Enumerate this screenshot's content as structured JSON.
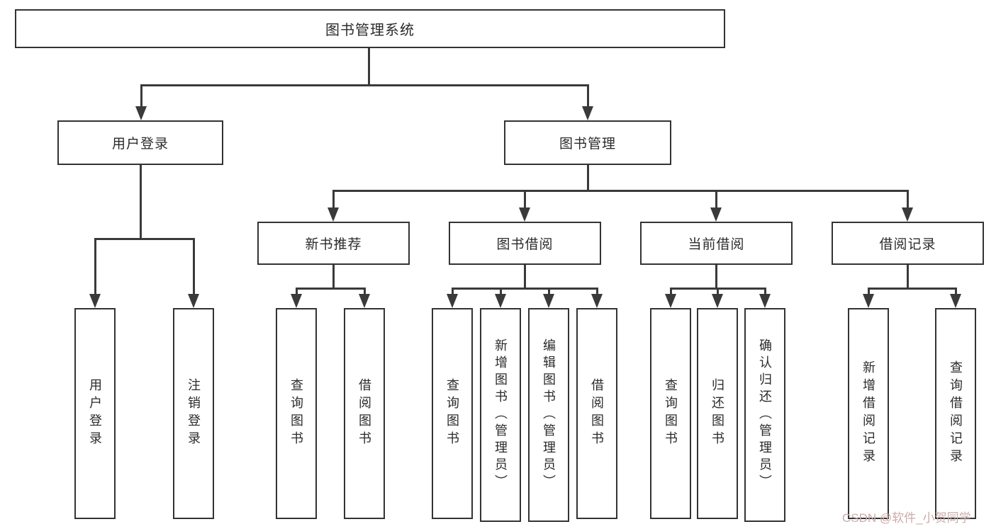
{
  "diagram_type": "hierarchy-tree",
  "colors": {
    "line": "#3a3a3a",
    "box_border": "#333333",
    "text": "#2b2b2b",
    "background": "#ffffff",
    "watermark": "#ccabab"
  },
  "tree": {
    "root": {
      "label": "图书管理系统"
    },
    "branches": [
      {
        "label": "用户登录",
        "children": [
          {
            "label": "用户登录"
          },
          {
            "label": "注销登录"
          }
        ]
      },
      {
        "label": "图书管理",
        "children": [
          {
            "label": "新书推荐",
            "children": [
              {
                "label": "查询图书"
              },
              {
                "label": "借阅图书"
              }
            ]
          },
          {
            "label": "图书借阅",
            "children": [
              {
                "label": "查询图书"
              },
              {
                "label": "新增图书（管理员）"
              },
              {
                "label": "编辑图书（管理员）"
              },
              {
                "label": "借阅图书"
              }
            ]
          },
          {
            "label": "当前借阅",
            "children": [
              {
                "label": "查询图书"
              },
              {
                "label": "归还图书"
              },
              {
                "label": "确认归还（管理员）"
              }
            ]
          },
          {
            "label": "借阅记录",
            "children": [
              {
                "label": "新增借阅记录"
              },
              {
                "label": "查询借阅记录"
              }
            ]
          }
        ]
      }
    ]
  },
  "watermark": {
    "text": "CSDN @软件_小贺同学"
  }
}
